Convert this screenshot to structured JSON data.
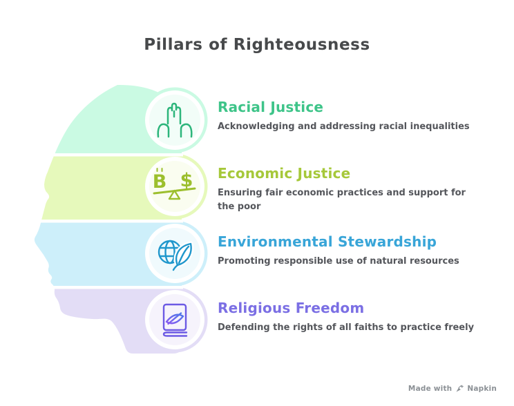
{
  "title": {
    "text": "Pillars of Righteousness",
    "color": "#47494b"
  },
  "text": {
    "description_color": "#54565b"
  },
  "pillars": [
    {
      "label": "Racial Justice",
      "description": "Acknowledging and addressing racial inequalities",
      "accent": "#3ec489",
      "band_color": "#cafae3",
      "circle_tint": "#f2fdf8",
      "icon": "raised-fists-icon",
      "icon_color": "#2db57b"
    },
    {
      "label": "Economic Justice",
      "description": "Ensuring fair economic practices and support for the poor",
      "accent": "#a6c83a",
      "band_color": "#e6f9bb",
      "circle_tint": "#fafdf0",
      "icon": "balance-scale-icon",
      "icon_color": "#9cbf2d",
      "balance_left": "B",
      "balance_right": "$"
    },
    {
      "label": "Environmental Stewardship",
      "description": "Promoting responsible use of natural resources",
      "accent": "#38a5d8",
      "band_color": "#cdeffa",
      "circle_tint": "#f0fafd",
      "icon": "globe-leaf-icon",
      "icon_color": "#1f97cc"
    },
    {
      "label": "Religious Freedom",
      "description": "Defending the rights of all faiths to practice freely",
      "accent": "#7b6fe4",
      "band_color": "#e3ddf6",
      "circle_tint": "#f6f3fc",
      "icon": "book-eye-icon",
      "icon_color": "#6c5ae4",
      "icon_gradient": {
        "from": "#8a5af0",
        "to": "#4f78ea"
      }
    }
  ],
  "watermark": {
    "prefix": "Made with",
    "brand": "Napkin",
    "color": "#8b9095"
  }
}
